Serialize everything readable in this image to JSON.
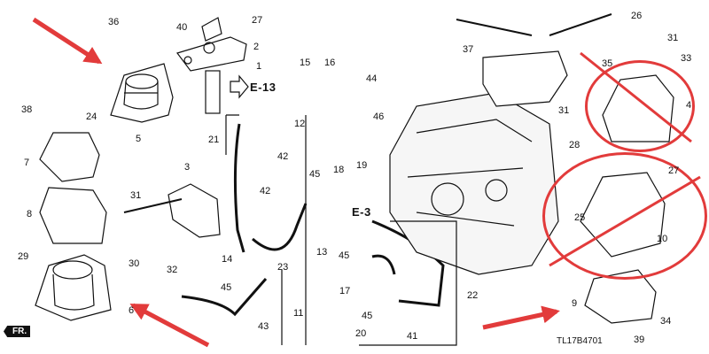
{
  "callouts": [
    {
      "n": "36"
    },
    {
      "n": "40"
    },
    {
      "n": "27"
    },
    {
      "n": "2"
    },
    {
      "n": "1"
    },
    {
      "n": "24"
    },
    {
      "n": "5"
    },
    {
      "n": "38"
    },
    {
      "n": "7"
    },
    {
      "n": "3"
    },
    {
      "n": "31"
    },
    {
      "n": "8"
    },
    {
      "n": "32"
    },
    {
      "n": "29"
    },
    {
      "n": "30"
    },
    {
      "n": "6"
    },
    {
      "n": "15"
    },
    {
      "n": "16"
    },
    {
      "n": "44"
    },
    {
      "n": "21"
    },
    {
      "n": "12"
    },
    {
      "n": "46"
    },
    {
      "n": "42"
    },
    {
      "n": "42"
    },
    {
      "n": "45"
    },
    {
      "n": "18"
    },
    {
      "n": "19"
    },
    {
      "n": "23"
    },
    {
      "n": "13"
    },
    {
      "n": "45"
    },
    {
      "n": "14"
    },
    {
      "n": "45"
    },
    {
      "n": "11"
    },
    {
      "n": "43"
    },
    {
      "n": "17"
    },
    {
      "n": "22"
    },
    {
      "n": "45"
    },
    {
      "n": "41"
    },
    {
      "n": "20"
    },
    {
      "n": "26"
    },
    {
      "n": "37"
    },
    {
      "n": "31"
    },
    {
      "n": "33"
    },
    {
      "n": "35"
    },
    {
      "n": "4"
    },
    {
      "n": "31"
    },
    {
      "n": "28"
    },
    {
      "n": "27"
    },
    {
      "n": "25"
    },
    {
      "n": "10"
    },
    {
      "n": "9"
    },
    {
      "n": "34"
    },
    {
      "n": "39"
    }
  ],
  "refs": {
    "e13": "E-13",
    "e3": "E-3"
  },
  "fr_label": "FR.",
  "diagram_code": "TL17B4701",
  "colors": {
    "annotation_red": "#e23b3b",
    "line": "#111111"
  }
}
